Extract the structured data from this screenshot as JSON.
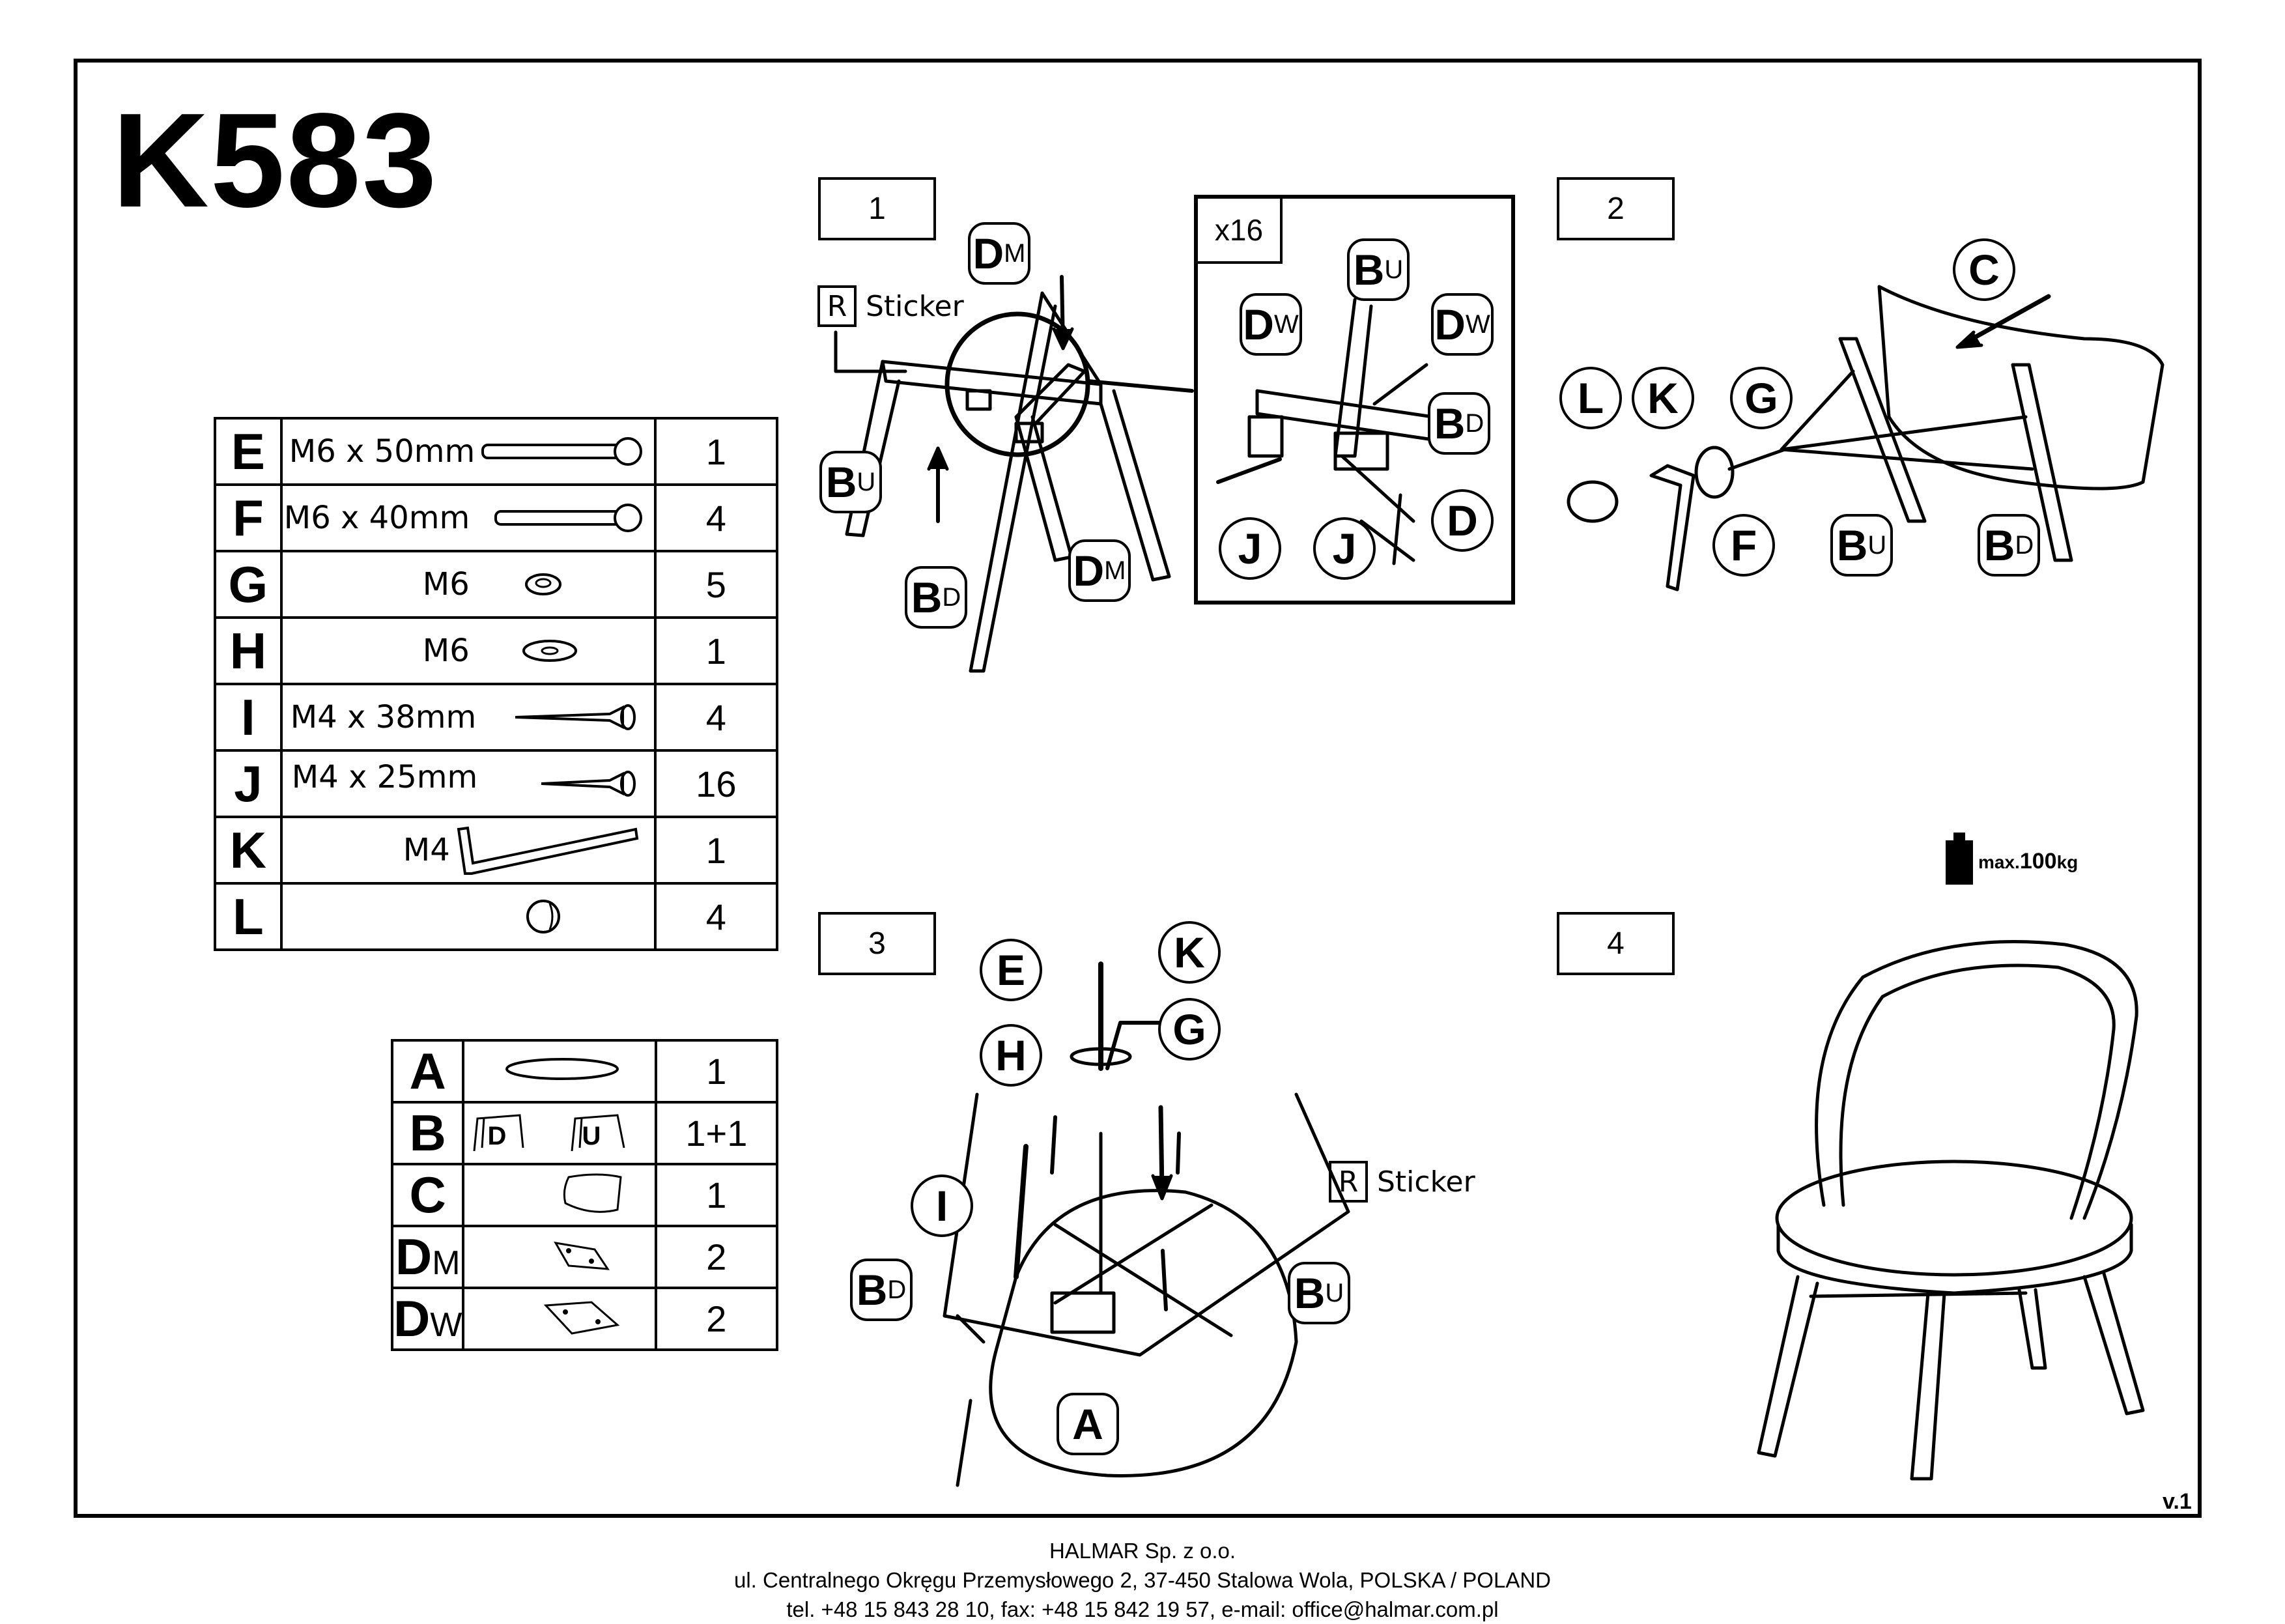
{
  "title": "K583",
  "hardware_table": [
    {
      "letter": "E",
      "spec": "M6 x 50mm",
      "icon": "bolt-icon",
      "qty": "1"
    },
    {
      "letter": "F",
      "spec": "M6 x 40mm",
      "icon": "bolt-icon",
      "qty": "4"
    },
    {
      "letter": "G",
      "spec": "M6",
      "icon": "spring-washer-icon",
      "qty": "5"
    },
    {
      "letter": "H",
      "spec": "M6",
      "icon": "flat-washer-icon",
      "qty": "1"
    },
    {
      "letter": "I",
      "spec": "M4 x 38mm",
      "icon": "wood-screw-icon",
      "qty": "4"
    },
    {
      "letter": "J",
      "spec": "M4 x 25mm",
      "icon": "wood-screw-icon",
      "qty": "16"
    },
    {
      "letter": "K",
      "spec": "M4",
      "icon": "allen-key-icon",
      "qty": "1"
    },
    {
      "letter": "L",
      "spec": "",
      "icon": "felt-pad-icon",
      "qty": "4"
    }
  ],
  "parts_table": [
    {
      "letter": "A",
      "sub": "",
      "icon": "seat-icon",
      "qty": "1"
    },
    {
      "letter": "B",
      "sub": "",
      "labels": [
        "D",
        "U"
      ],
      "icon": "leg-frame-icon",
      "qty": "1+1"
    },
    {
      "letter": "C",
      "sub": "",
      "icon": "backrest-icon",
      "qty": "1"
    },
    {
      "letter": "D",
      "sub": "M",
      "icon": "bracket-icon",
      "qty": "2"
    },
    {
      "letter": "D",
      "sub": "W",
      "icon": "bracket-icon",
      "qty": "2"
    }
  ],
  "steps": {
    "s1": "1",
    "s2": "2",
    "s3": "3",
    "s4": "4",
    "detail_multiplier": "x16",
    "sticker_r": "R",
    "sticker_label": "Sticker"
  },
  "callouts": {
    "B": "B",
    "D": "D",
    "U": "U",
    "M": "M",
    "W": "W",
    "C": "C",
    "L": "L",
    "K": "K",
    "G": "G",
    "F": "F",
    "J": "J",
    "E": "E",
    "H": "H",
    "I": "I",
    "A": "A"
  },
  "weight": {
    "prefix": "max.",
    "value": "100",
    "unit": "kg"
  },
  "version": "v.1",
  "footer": {
    "company": "HALMAR Sp. z o.o.",
    "address": "ul. Centralnego Okręgu Przemysłowego 2, 37-450 Stalowa Wola, POLSKA / POLAND",
    "contact": "tel. +48 15 843 28 10, fax: +48 15 842 19 57, e-mail: office@halmar.com.pl"
  }
}
